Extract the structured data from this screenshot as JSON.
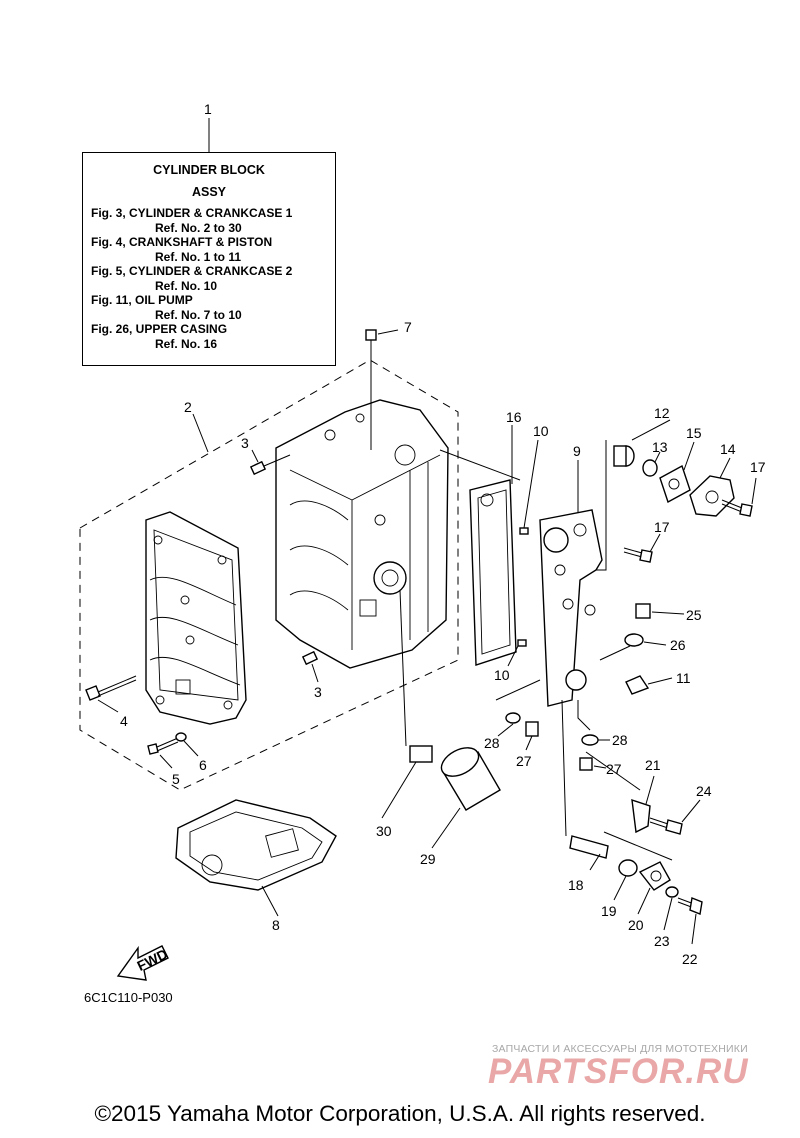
{
  "label_box": {
    "title_line1": "CYLINDER  BLOCK",
    "title_line2": "ASSY",
    "refs": [
      {
        "fig": "Fig. 3, CYLINDER & CRANKCASE 1",
        "ref": "Ref. No. 2 to 30"
      },
      {
        "fig": "Fig. 4, CRANKSHAFT & PISTON",
        "ref": "Ref. No. 1 to 11"
      },
      {
        "fig": "Fig. 5, CYLINDER & CRANKCASE 2",
        "ref": "Ref. No. 10"
      },
      {
        "fig": "Fig. 11, OIL PUMP",
        "ref": "Ref. No. 7 to 10"
      },
      {
        "fig": "Fig. 26, UPPER CASING",
        "ref": "Ref. No. 16"
      }
    ]
  },
  "callouts": {
    "c1": "1",
    "c2": "2",
    "c3a": "3",
    "c3b": "3",
    "c4": "4",
    "c5": "5",
    "c6": "6",
    "c7": "7",
    "c8": "8",
    "c9": "9",
    "c10a": "10",
    "c10b": "10",
    "c11": "11",
    "c12": "12",
    "c13": "13",
    "c14": "14",
    "c15": "15",
    "c16": "16",
    "c17a": "17",
    "c17b": "17",
    "c18": "18",
    "c19": "19",
    "c20": "20",
    "c21": "21",
    "c22": "22",
    "c23": "23",
    "c24": "24",
    "c25": "25",
    "c26": "26",
    "c27a": "27",
    "c27b": "27",
    "c28a": "28",
    "c28b": "28",
    "c29": "29",
    "c30": "30"
  },
  "fwd_label": "FWD",
  "drawing_code": "6C1C110-P030",
  "watermark": {
    "line": "ЗАПЧАСТИ И АКСЕССУАРЫ ДЛЯ МОТОТЕХНИКИ",
    "logo": "PARTSFOR.RU"
  },
  "copyright": "©2015 Yamaha Motor Corporation, U.S.A. All rights reserved."
}
